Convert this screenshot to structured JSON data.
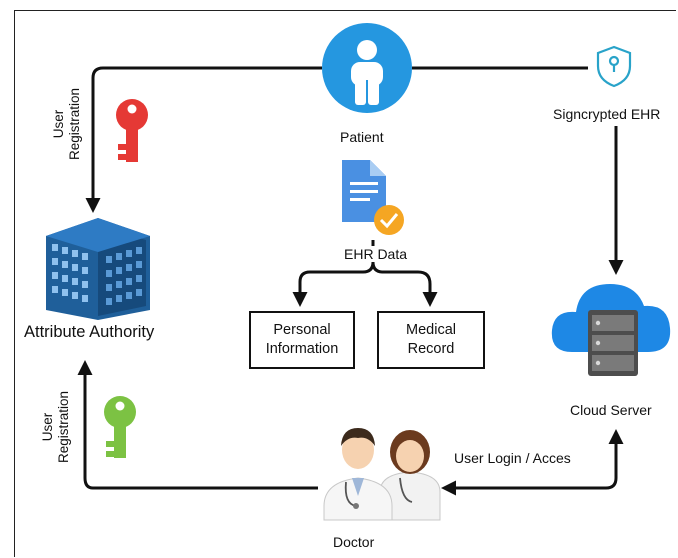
{
  "nodes": {
    "patient": "Patient",
    "signcrypted": "Signcrypted EHR",
    "ehr_data": "EHR Data",
    "attribute_authority": "Attribute Authority",
    "cloud_server": "Cloud Server",
    "doctor": "Doctor"
  },
  "boxes": {
    "personal": {
      "line1": "Personal",
      "line2": "Information"
    },
    "medical": {
      "line1": "Medical",
      "line2": "Record"
    }
  },
  "edges": {
    "user_registration_top": {
      "line1": "User",
      "line2": "Registration"
    },
    "user_registration_bottom": {
      "line1": "User",
      "line2": "Registration"
    },
    "login": "User Login / Acces"
  },
  "colors": {
    "patient_blue": "#2597e0",
    "key_red": "#e53935",
    "key_green": "#7cc243",
    "building_blue": "#1f5f9a",
    "doc_blue": "#4a90e2",
    "check_orange": "#f5a623",
    "cloud_blue": "#1e88e5"
  },
  "icons": {
    "patient": "patient-icon",
    "shield": "shield-lock-icon",
    "document": "document-check-icon",
    "red_key": "red-key-icon",
    "green_key": "green-key-icon",
    "building": "building-icon",
    "cloud": "cloud-server-icon",
    "doctor": "doctors-icon"
  }
}
